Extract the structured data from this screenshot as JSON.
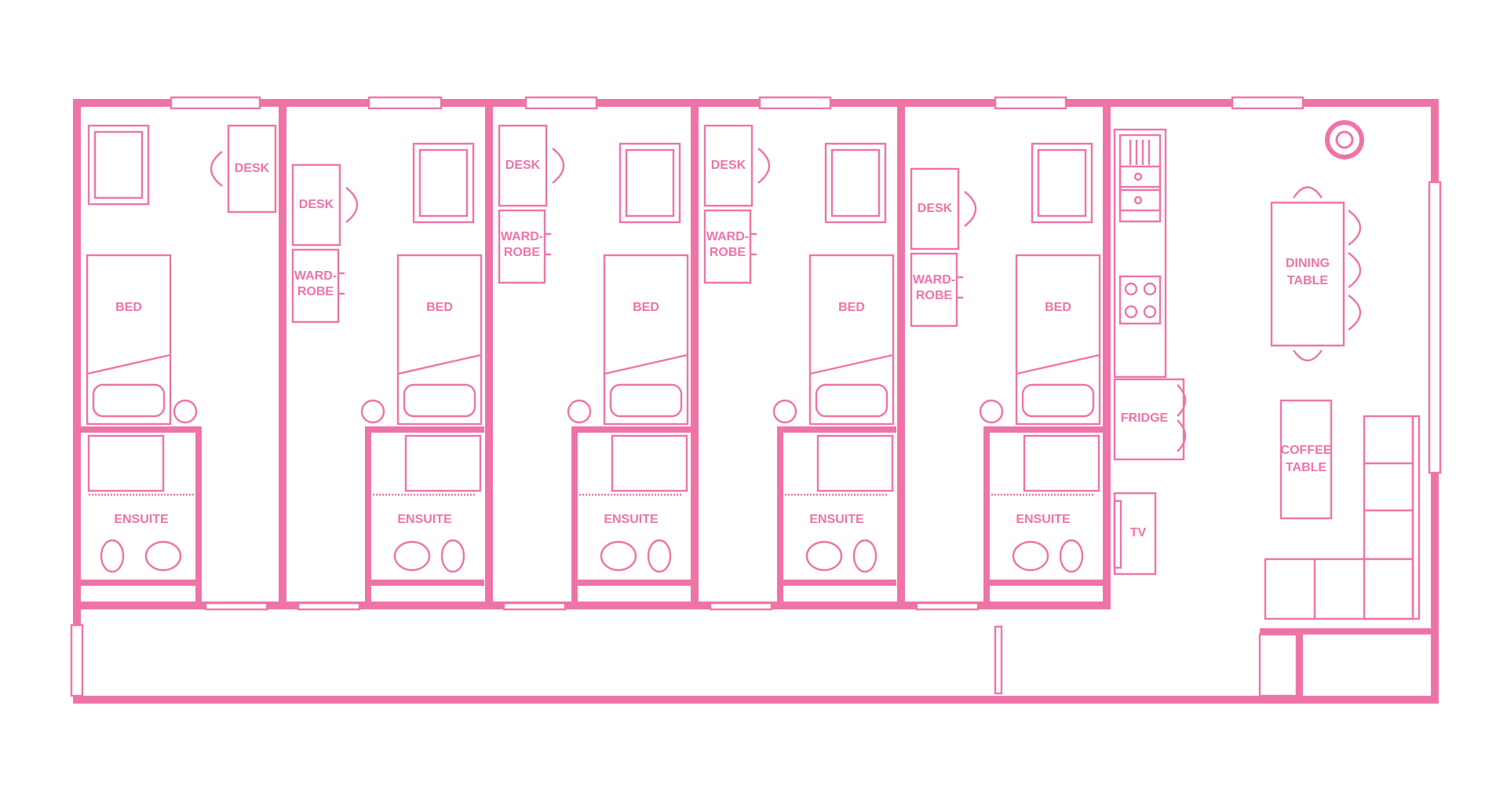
{
  "colors": {
    "line": "#ee74a8",
    "background": "#ffffff"
  },
  "labels": {
    "desk": "DESK",
    "bed": "BED",
    "ward": "WARD-",
    "robe": "ROBE",
    "ensuite": "ENSUITE",
    "fridge": "FRIDGE",
    "tv": "TV",
    "dining_1": "DINING",
    "dining_2": "TABLE",
    "coffee_1": "COFFEE",
    "coffee_2": "TABLE"
  }
}
